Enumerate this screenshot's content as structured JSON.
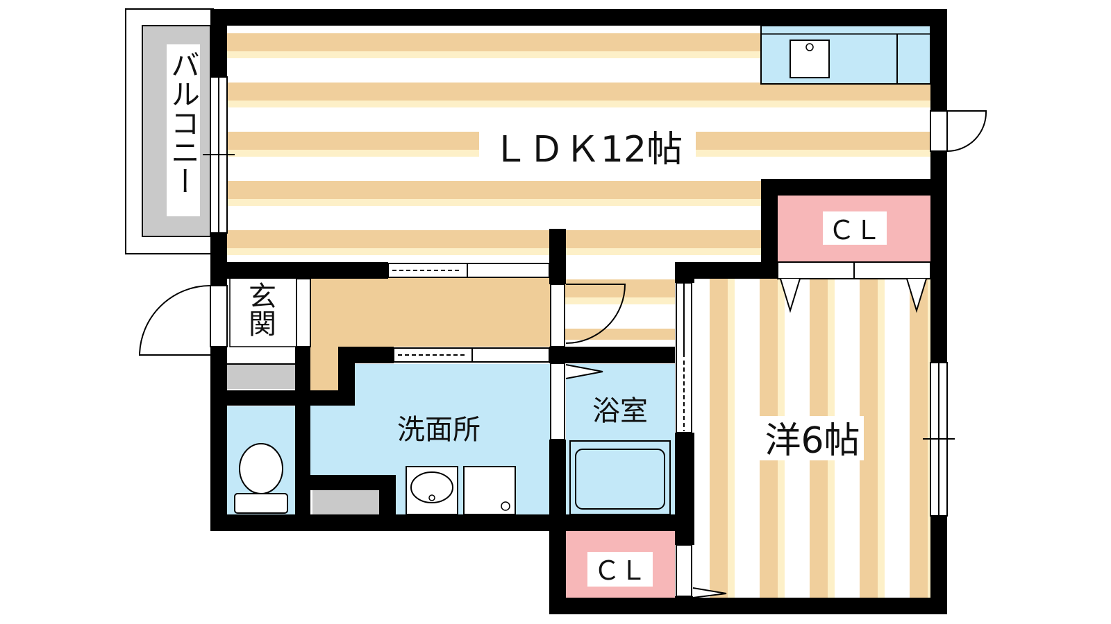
{
  "colors": {
    "wall": "#000000",
    "stripe_tan": "#f0cf9c",
    "stripe_cream": "#fff3cc",
    "light_blue": "#c3e8f8",
    "closet_pink": "#f7b7b8",
    "gray": "#c9c9c9",
    "floor_tan": "#efcd98"
  },
  "rooms": {
    "ldk": {
      "label": "ＬＤＫ12帖"
    },
    "western": {
      "label": "洋6帖"
    },
    "closet_top": {
      "label": "ＣＬ"
    },
    "closet_bottom": {
      "label": "ＣＬ"
    },
    "bath": {
      "label": "浴室"
    },
    "washroom": {
      "label": "洗面所"
    },
    "entrance": {
      "label": "玄関"
    },
    "balcony": {
      "label": "バルコニー"
    }
  }
}
